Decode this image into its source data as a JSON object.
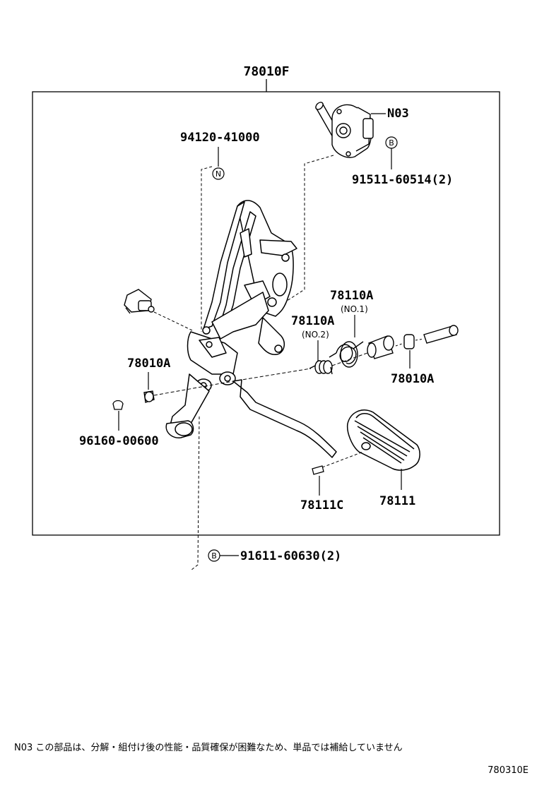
{
  "diagram": {
    "assembly_label": "78010F",
    "parts": {
      "n03": "N03",
      "bolt_ref_b_top": "91511-60514(2)",
      "pin_n": "94120-41000",
      "spring_no1": "78110A",
      "spring_no1_sub": "(NO.1)",
      "spring_no2": "78110A",
      "spring_no2_sub": "(NO.2)",
      "bushing_left": "78010A",
      "bushing_right": "78010A",
      "clip": "96160-00600",
      "pad_pin": "78111C",
      "pad": "78111",
      "bolt_ref_b_bottom": "91611-60630(2)"
    },
    "markers": {
      "n": "N",
      "b": "B"
    }
  },
  "footer": {
    "note": "N03 この部品は、分解・組付け後の性能・品質確保が困難なため、単品では補給していません",
    "figure_code": "780310E"
  }
}
